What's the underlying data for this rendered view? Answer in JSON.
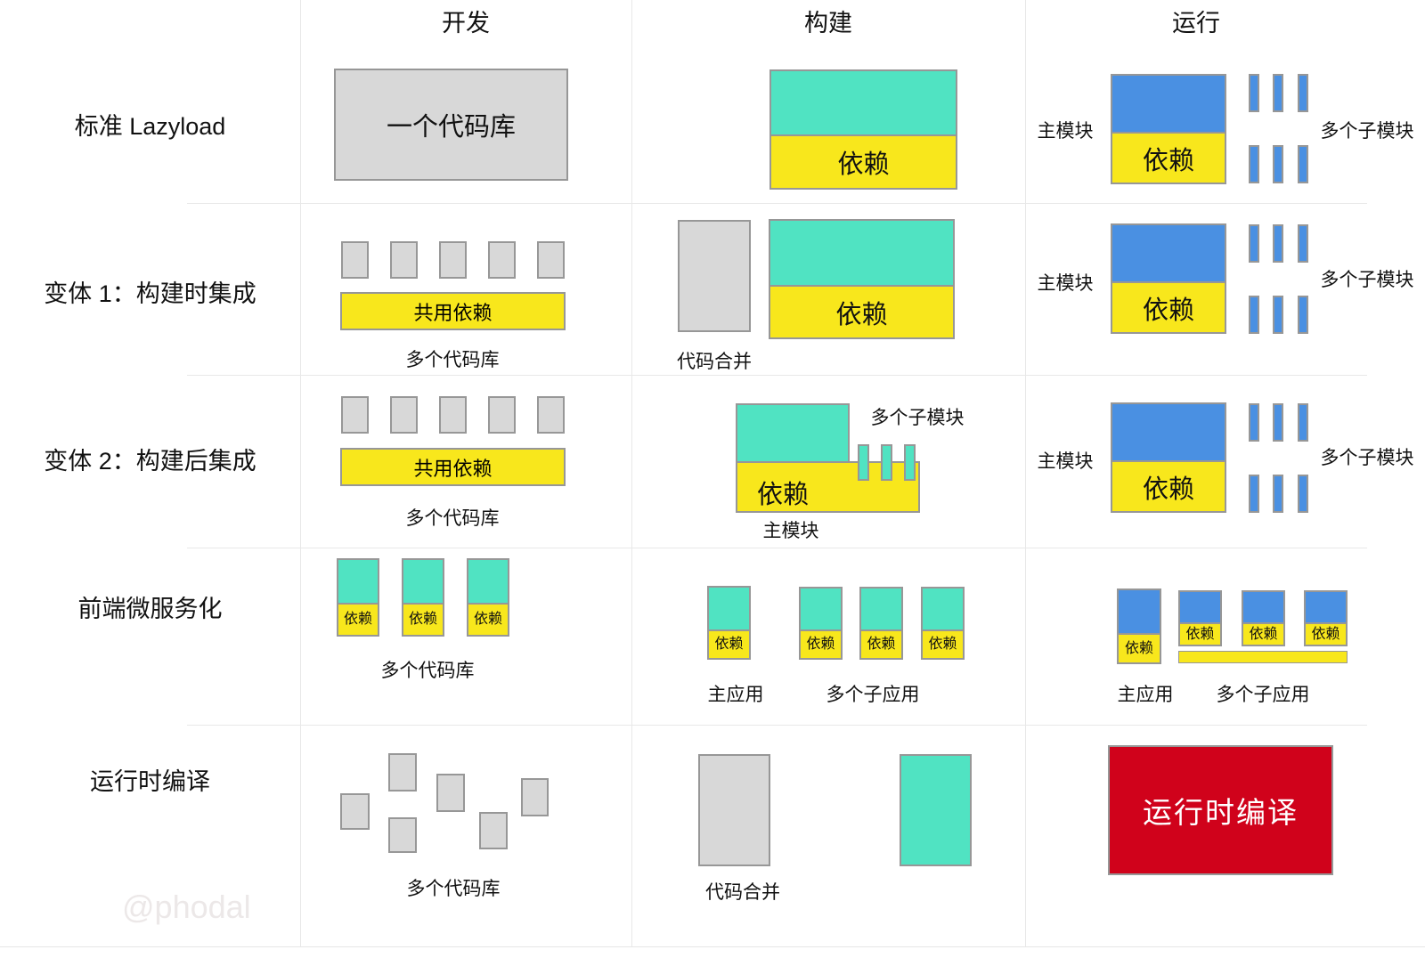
{
  "headers": {
    "dev": "开发",
    "build": "构建",
    "run": "运行"
  },
  "rows": [
    {
      "label": "标准 Lazyload"
    },
    {
      "label": "变体 1：构建时集成"
    },
    {
      "label": "变体 2：构建后集成"
    },
    {
      "label": "前端微服务化"
    },
    {
      "label": "运行时编译"
    }
  ],
  "labels": {
    "one_codebase": "一个代码库",
    "dependency": "依赖",
    "shared_dependency": "共用依赖",
    "multiple_codebases": "多个代码库",
    "code_merge": "代码合并",
    "main_module": "主模块",
    "multiple_submodules": "多个子模块",
    "main_app": "主应用",
    "multiple_subapps": "多个子应用",
    "runtime_compile": "运行时编译"
  },
  "watermark": "@phodal",
  "colors": {
    "teal": "#50E3C2",
    "yellow": "#F8E71C",
    "blue": "#4A90E2",
    "red": "#D0021B",
    "gray_fill": "#D8D8D8",
    "box_border": "#979797",
    "grid_line": "#E8E8E8",
    "watermark": "#ECE8E8"
  }
}
